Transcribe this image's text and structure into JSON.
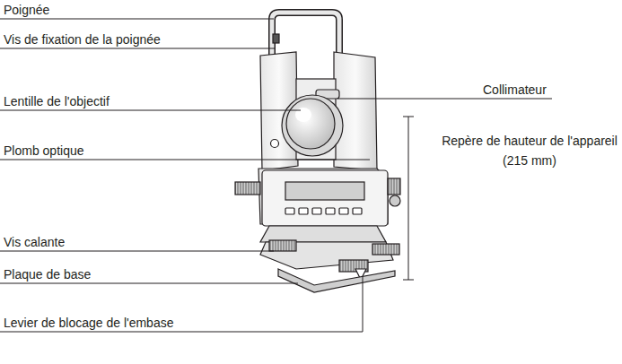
{
  "diagram": {
    "labels": [
      "Poignée",
      "Vis de fixation de la poignée",
      "Lentille de l'objectif",
      "Plomb optique",
      "Vis calante",
      "Plaque de base",
      "Levier de blocage de l'embase",
      "Collimateur",
      "Repère de hauteur de l'appareil (215 mm)"
    ]
  }
}
